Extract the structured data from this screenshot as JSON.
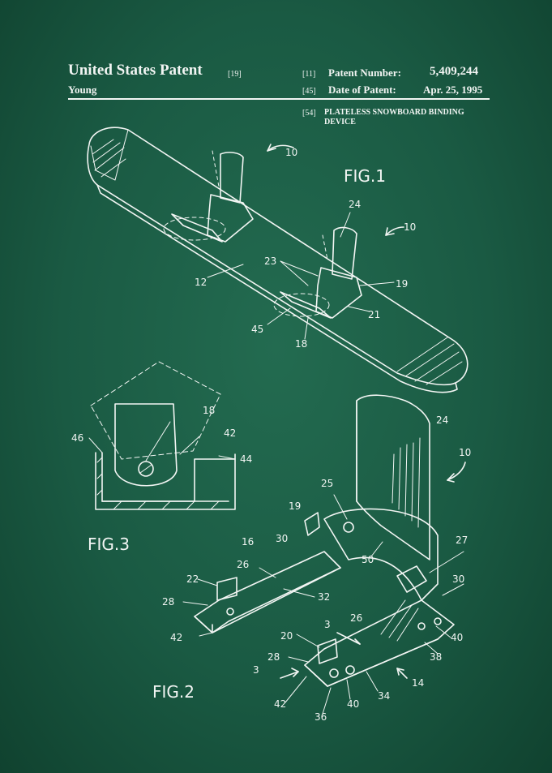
{
  "header": {
    "title": "United States Patent",
    "title_tag": "[19]",
    "inventor": "Young",
    "patent_number_tag": "[11]",
    "patent_number_label": "Patent Number:",
    "patent_number": "5,409,244",
    "date_tag": "[45]",
    "date_label": "Date of Patent:",
    "date": "Apr. 25, 1995",
    "invention_tag": "[54]",
    "invention_title_line1": "PLATELESS SNOWBOARD BINDING",
    "invention_title_line2": "DEVICE"
  },
  "figures": {
    "fig1": "FIG.1",
    "fig2": "FIG.2",
    "fig3": "FIG.3"
  },
  "refs": {
    "fig1": [
      "10",
      "24",
      "10",
      "23",
      "19",
      "12",
      "21",
      "45",
      "18"
    ],
    "fig3": [
      "18",
      "42",
      "46",
      "44"
    ],
    "fig2": [
      "24",
      "10",
      "25",
      "19",
      "16",
      "30",
      "26",
      "27",
      "50",
      "30",
      "22",
      "28",
      "32",
      "42",
      "3",
      "26",
      "20",
      "40",
      "28",
      "38",
      "3",
      "14",
      "34",
      "42",
      "40",
      "36"
    ]
  },
  "colors": {
    "background": "#1a5a43",
    "ink": "#f2f5f3"
  }
}
